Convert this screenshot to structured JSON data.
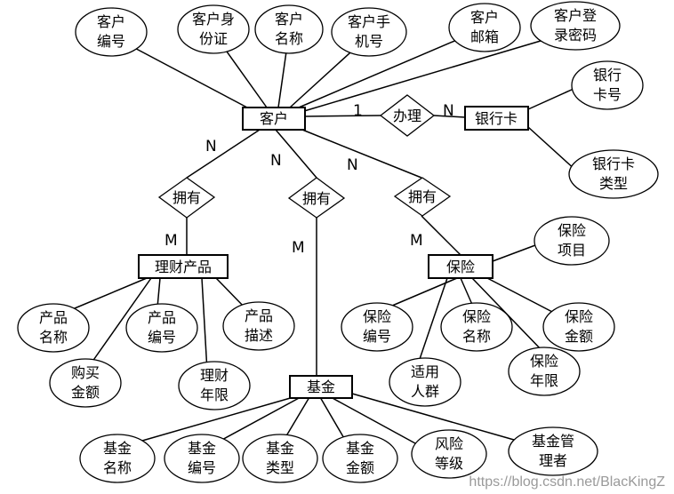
{
  "entities": {
    "customer": "客户",
    "bank_card": "银行卡",
    "financial_product": "理财产品",
    "insurance": "保险",
    "fund": "基金"
  },
  "relationships": {
    "apply": "办理",
    "own_product": "拥有",
    "own_fund": "拥有",
    "own_insurance": "拥有"
  },
  "attributes": {
    "customer_number": [
      "客户",
      "编号"
    ],
    "customer_id_card": [
      "客户身",
      "份证"
    ],
    "customer_name": [
      "客户",
      "名称"
    ],
    "customer_phone": [
      "客户手",
      "机号"
    ],
    "customer_email": [
      "客户",
      "邮箱"
    ],
    "customer_password": [
      "客户登",
      "录密码"
    ],
    "card_number": [
      "银行",
      "卡号"
    ],
    "card_type": [
      "银行卡",
      "类型"
    ],
    "product_name": [
      "产品",
      "名称"
    ],
    "product_number": [
      "产品",
      "编号"
    ],
    "product_desc": [
      "产品",
      "描述"
    ],
    "purchase_amount": [
      "购买",
      "金额"
    ],
    "product_term": [
      "理财",
      "年限"
    ],
    "insurance_item": [
      "保险",
      "项目"
    ],
    "insurance_number": [
      "保险",
      "编号"
    ],
    "insurance_name": [
      "保险",
      "名称"
    ],
    "insurance_amount": [
      "保险",
      "金额"
    ],
    "insurance_group": [
      "适用",
      "人群"
    ],
    "insurance_term": [
      "保险",
      "年限"
    ],
    "fund_name": [
      "基金",
      "名称"
    ],
    "fund_number": [
      "基金",
      "编号"
    ],
    "fund_type": [
      "基金",
      "类型"
    ],
    "fund_amount": [
      "基金",
      "金额"
    ],
    "fund_risk": [
      "风险",
      "等级"
    ],
    "fund_manager": [
      "基金管",
      "理者"
    ]
  },
  "cardinalities": {
    "customer_card_1": "1",
    "customer_card_n": "N",
    "customer_product_n": "N",
    "product_m": "M",
    "customer_fund_n": "N",
    "fund_m": "M",
    "customer_insurance_n": "N",
    "insurance_m": "M"
  },
  "watermark": "https://blog.csdn.net/BlacKingZ"
}
